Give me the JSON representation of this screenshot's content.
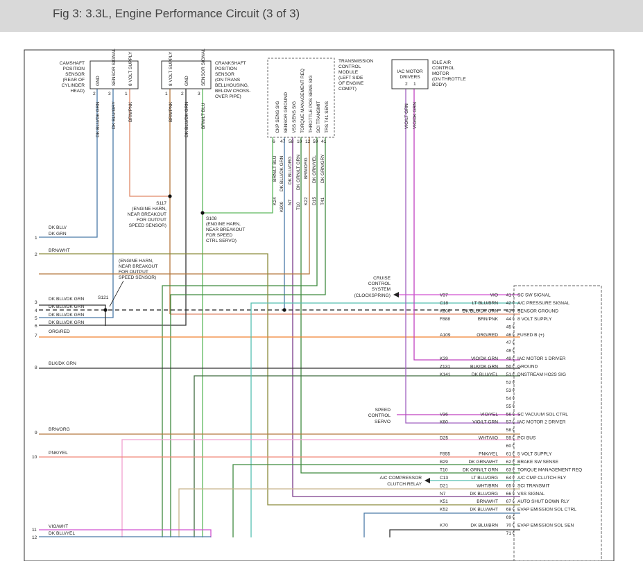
{
  "title": "Fig 3: 3.3L, Engine Performance Circuit (3 of 3)",
  "components": {
    "camshaft": {
      "label_lines": [
        "CAMSHAFT",
        "POSITION",
        "SENSOR",
        "(REAR OF",
        "CYLINDER",
        "HEAD)"
      ],
      "pins": [
        "GND",
        "SENSOR SIGNAL",
        "8 VOLT SUPPLY"
      ],
      "pin_numbers": [
        "2",
        "3",
        "1"
      ],
      "wires": [
        "DK BLU/DK GRN",
        "DK BLU/GRY",
        "BRN/PNK"
      ]
    },
    "crankshaft": {
      "label_lines": [
        "CRANKSHAFT",
        "POSITION",
        "SENSOR",
        "(ON TRANS",
        "BELLHOUSING,",
        "BELOW CROSS-",
        "OVER PIPE)"
      ],
      "pins": [
        "8 VOLT SUPPLY",
        "GND",
        "SENSOR SIGNAL"
      ],
      "pin_numbers": [
        "1",
        "2",
        "3"
      ],
      "wires": [
        "BRN/PNK",
        "DK BLU/DK GRN",
        "BRN/LT BLU"
      ]
    },
    "tcm": {
      "label_lines": [
        "TRANSMISSION",
        "CONTROL",
        "MODULE",
        "(LEFT SIDE",
        "OF ENGINE",
        "COMPT)"
      ],
      "pins": [
        "CKP SENS SIG",
        "SENSOR GROUND",
        "VSS SENS SIG",
        "TORQUE MANAGEMENT REQ",
        "THROTTLE POS SENS SIG",
        "SCI TRANSMIT",
        "TRS T41 SENS"
      ],
      "pin_numbers": [
        "6",
        "47",
        "58",
        "10",
        "12",
        "59",
        "41"
      ],
      "wires": [
        "BRN/LT BLU",
        "DK BLU/DK GRN",
        "DK BLU/ORG",
        "DK GRN/LT GRN",
        "BRN/ORG",
        "DK GRN/YEL",
        "DK GRN/GRY"
      ],
      "circuits": [
        "K24",
        "K900",
        "N7",
        "T10",
        "K22",
        "D15",
        "T41"
      ]
    },
    "iac": {
      "name_lines": [
        "IAC MOTOR",
        "DRIVERS"
      ],
      "label_lines": [
        "IDLE AIR",
        "CONTROL",
        "MOTOR",
        "(ON THROTTLE",
        "BODY)"
      ],
      "pin_numbers": [
        "2",
        "1"
      ],
      "wires": [
        "VIO/LT GRN",
        "VIO/DK GRN"
      ]
    }
  },
  "splices": {
    "s117": {
      "lines": [
        "S117",
        "(ENGINE HARN,",
        "NEAR BREAKOUT",
        "FOR OUTPUT",
        "SPEED SENSOR)"
      ]
    },
    "s108": {
      "lines": [
        "S108",
        "(ENGINE HARN,",
        "NEAR BREAKOUT",
        "FOR SPEED",
        "CTRL SERVO)"
      ]
    },
    "s121": {
      "label": "S121",
      "lines": [
        "(ENGINE HARN,",
        "NEAR BREAKOUT",
        "FOR OUTPUT",
        "SPEED SENSOR)"
      ]
    }
  },
  "left_wires": [
    {
      "num": "1",
      "label": "DK BLU/",
      "label2": "DK GRN"
    },
    {
      "num": "2",
      "label": "BRN/WHT"
    },
    {
      "num": "3",
      "label": "DK BLU/DK GRN"
    },
    {
      "num": "4",
      "label": "DK BLU/DK GRN"
    },
    {
      "num": "5",
      "label": "DK BLU/DK GRN"
    },
    {
      "num": "6",
      "label": "DK BLU/DK GRN"
    },
    {
      "num": "7",
      "label": "ORG/RED"
    },
    {
      "num": "8",
      "label": "BLK/DK GRN"
    },
    {
      "num": "9",
      "label": "BRN/ORG"
    },
    {
      "num": "10",
      "label": "PNK/YEL"
    },
    {
      "num": "11",
      "label": "VIO/WHT"
    },
    {
      "num": "12",
      "label": "DK BLU/YEL"
    }
  ],
  "side_components": {
    "cruise": [
      "CRUISE",
      "CONTROL",
      "SYSTEM",
      "(CLOCKSPRING)"
    ],
    "speed_servo": [
      "SPEED",
      "CONTROL",
      "SERVO"
    ],
    "ac_relay": [
      "A/C COMPRESSOR",
      "CLUTCH RELAY"
    ]
  },
  "pcm_pins": [
    {
      "pin": "41",
      "circuit": "V37",
      "wire": "VIO",
      "name": "SC SW SIGNAL"
    },
    {
      "pin": "42",
      "circuit": "C18",
      "wire": "LT BLU/BRN",
      "name": "A/C PRESSURE SIGNAL"
    },
    {
      "pin": "43",
      "circuit": "K900",
      "wire": "DK BLU/DK GRN",
      "name": "SENSOR GROUND"
    },
    {
      "pin": "44",
      "circuit": "F888",
      "wire": "BRN/PNK",
      "name": "8 VOLT SUPPLY"
    },
    {
      "pin": "45",
      "circuit": "",
      "wire": "",
      "name": ""
    },
    {
      "pin": "46",
      "circuit": "A109",
      "wire": "ORG/RED",
      "name": "FUSED B (+)"
    },
    {
      "pin": "47",
      "circuit": "",
      "wire": "",
      "name": ""
    },
    {
      "pin": "48",
      "circuit": "",
      "wire": "",
      "name": ""
    },
    {
      "pin": "49",
      "circuit": "K39",
      "wire": "VIO/DK GRN",
      "name": "IAC MOTOR 1 DRIVER"
    },
    {
      "pin": "50",
      "circuit": "Z131",
      "wire": "BLK/DK GRN",
      "name": "GROUND"
    },
    {
      "pin": "51",
      "circuit": "K141",
      "wire": "DK BLU/YEL",
      "name": "DNSTREAM HO2S SIG"
    },
    {
      "pin": "52",
      "circuit": "",
      "wire": "",
      "name": ""
    },
    {
      "pin": "53",
      "circuit": "",
      "wire": "",
      "name": ""
    },
    {
      "pin": "54",
      "circuit": "",
      "wire": "",
      "name": ""
    },
    {
      "pin": "55",
      "circuit": "",
      "wire": "",
      "name": ""
    },
    {
      "pin": "56",
      "circuit": "V36",
      "wire": "VIO/YEL",
      "name": "SC VACUUM SOL CTRL"
    },
    {
      "pin": "57",
      "circuit": "K60",
      "wire": "VIO/LT GRN",
      "name": "IAC MOTOR 2 DRIVER"
    },
    {
      "pin": "58",
      "circuit": "",
      "wire": "",
      "name": ""
    },
    {
      "pin": "59",
      "circuit": "D25",
      "wire": "WHT/VIO",
      "name": "PCI BUS"
    },
    {
      "pin": "60",
      "circuit": "",
      "wire": "",
      "name": ""
    },
    {
      "pin": "61",
      "circuit": "F855",
      "wire": "PNK/YEL",
      "name": "5 VOLT SUPPLY"
    },
    {
      "pin": "62",
      "circuit": "B29",
      "wire": "DK GRN/WHT",
      "name": "BRAKE SW SENSE"
    },
    {
      "pin": "63",
      "circuit": "T10",
      "wire": "DK GRN/LT GRN",
      "name": "TORQUE MANAGEMENT REQ"
    },
    {
      "pin": "64",
      "circuit": "C13",
      "wire": "LT BLU/ORG",
      "name": "A/C CMP CLUTCH RLY"
    },
    {
      "pin": "65",
      "circuit": "D21",
      "wire": "WHT/BRN",
      "name": "SCI TRANSMIT"
    },
    {
      "pin": "66",
      "circuit": "N7",
      "wire": "DK BLU/ORG",
      "name": "VSS SIGNAL"
    },
    {
      "pin": "67",
      "circuit": "K51",
      "wire": "BRN/WHT",
      "name": "AUTO SHUT DOWN RLY"
    },
    {
      "pin": "68",
      "circuit": "K52",
      "wire": "DK BLU/WHT",
      "name": "EVAP EMISSION SOL CTRL"
    },
    {
      "pin": "69",
      "circuit": "",
      "wire": "",
      "name": ""
    },
    {
      "pin": "70",
      "circuit": "K70",
      "wire": "DK BLU/BRN",
      "name": "EVAP EMISSION SOL SEN"
    },
    {
      "pin": "71",
      "circuit": "",
      "wire": "",
      "name": ""
    }
  ],
  "wire_colors": {
    "dk_blu": "#4a7aa8",
    "brn": "#b5773d",
    "dk_grn": "#3f8a3f",
    "green": "#5cb85c",
    "vio": "#c040c0",
    "teal": "#55bfb0",
    "orange": "#f08030",
    "olive": "#8a8a3a",
    "pink": "#f0a0c0",
    "salmon": "#f08878",
    "tan": "#c8b48a",
    "black": "#333333",
    "magenta": "#d050d0",
    "purple": "#7a3a8a",
    "gray": "#888888"
  }
}
